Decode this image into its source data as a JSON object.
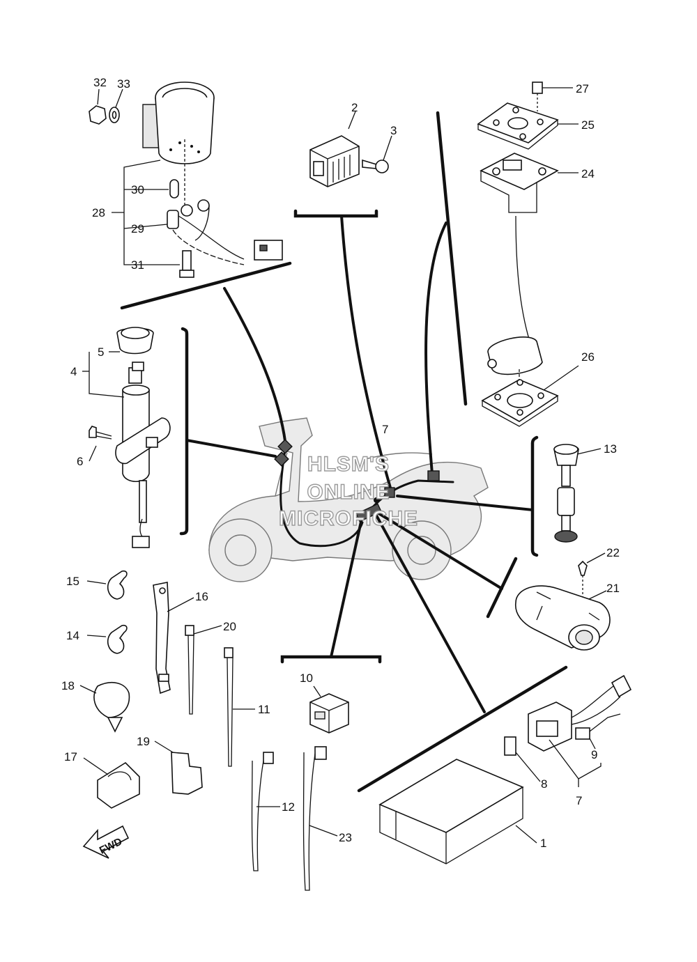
{
  "callouts": {
    "c1": "1",
    "c2": "2",
    "c3": "3",
    "c4": "4",
    "c5": "5",
    "c6": "6",
    "c7a": "7",
    "c7b": "7",
    "c8": "8",
    "c9": "9",
    "c10": "10",
    "c11": "11",
    "c12": "12",
    "c13": "13",
    "c14": "14",
    "c15": "15",
    "c16": "16",
    "c17": "17",
    "c18": "18",
    "c19": "19",
    "c20": "20",
    "c21": "21",
    "c22": "22",
    "c23": "23",
    "c24": "24",
    "c25": "25",
    "c26": "26",
    "c27": "27",
    "c28": "28",
    "c29": "29",
    "c30": "30",
    "c31": "31",
    "c32": "32",
    "c33": "33"
  },
  "watermark": {
    "line1": "HLSM'S",
    "line2": "ONLINE",
    "line3": "MICROFICHE"
  },
  "fwd_label": "FWD"
}
